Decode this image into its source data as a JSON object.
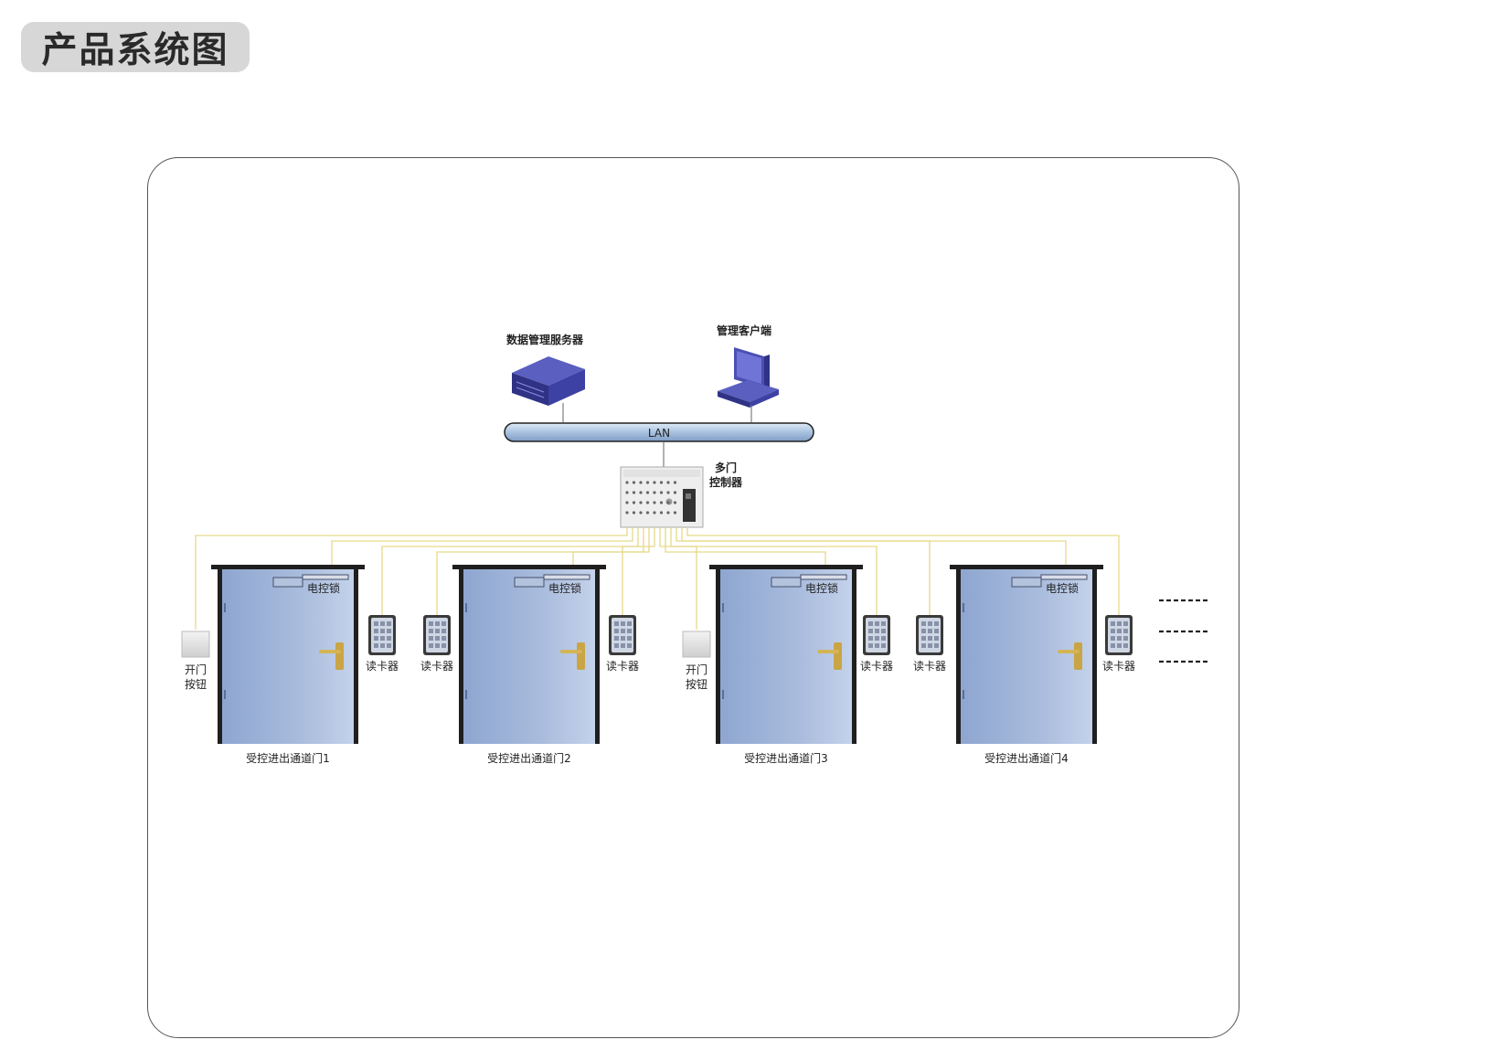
{
  "page_title": "产品系统图",
  "network": {
    "server_label": "数据管理服务器",
    "client_label": "管理客户端",
    "lan_label": "LAN",
    "controller_label_line1": "多门",
    "controller_label_line2": "控制器"
  },
  "device_labels": {
    "lock": "电控锁",
    "reader": "读卡器",
    "button_line1": "开门",
    "button_line2": "按钮"
  },
  "doors": [
    {
      "label": "受控进出通道门1"
    },
    {
      "label": "受控进出通道门2"
    },
    {
      "label": "受控进出通道门3"
    },
    {
      "label": "受控进出通道门4"
    }
  ],
  "colors": {
    "lan": "#b9cfe6",
    "door": "#9fb3d6",
    "wire": "#e6d98a",
    "server": "#3b3e9a"
  }
}
